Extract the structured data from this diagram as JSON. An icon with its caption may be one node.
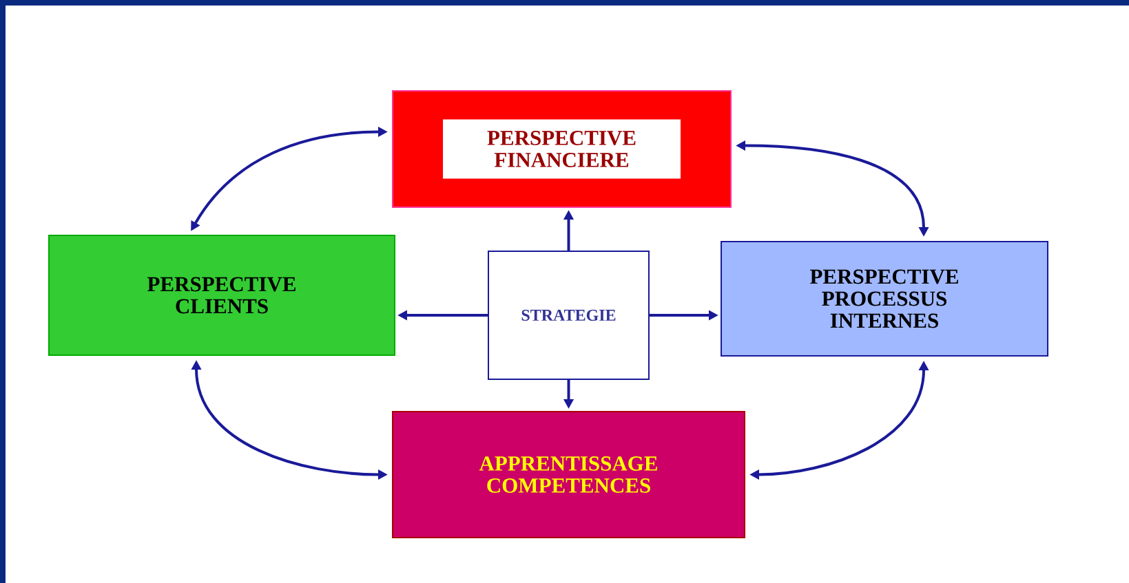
{
  "diagram": {
    "nodes": [
      {
        "text": [
          "PERSPECTIVE FINANCIERE"
        ]
      },
      {
        "text": [
          "PERSPECTIVE CLIENTS"
        ]
      },
      {
        "text": [
          "STRATEGIE"
        ]
      },
      {
        "text": [
          "PERSPECTIVE PROCESSUS INTERNES"
        ]
      },
      {
        "text": [
          "APPRENTISSAGE COMPETENCES"
        ]
      }
    ],
    "edges": [
      {
        "from": 2,
        "to": 0,
        "arrow": "to"
      },
      {
        "from": 2,
        "to": 1,
        "arrow": "to"
      },
      {
        "from": 2,
        "to": 3,
        "arrow": "to"
      },
      {
        "from": 2,
        "to": 4,
        "arrow": "to"
      },
      {
        "from": 1,
        "to": 0,
        "arrow": "both"
      },
      {
        "from": 0,
        "to": 3,
        "arrow": "both"
      },
      {
        "from": 3,
        "to": 4,
        "arrow": "both"
      },
      {
        "from": 4,
        "to": 1,
        "arrow": "both"
      }
    ]
  }
}
